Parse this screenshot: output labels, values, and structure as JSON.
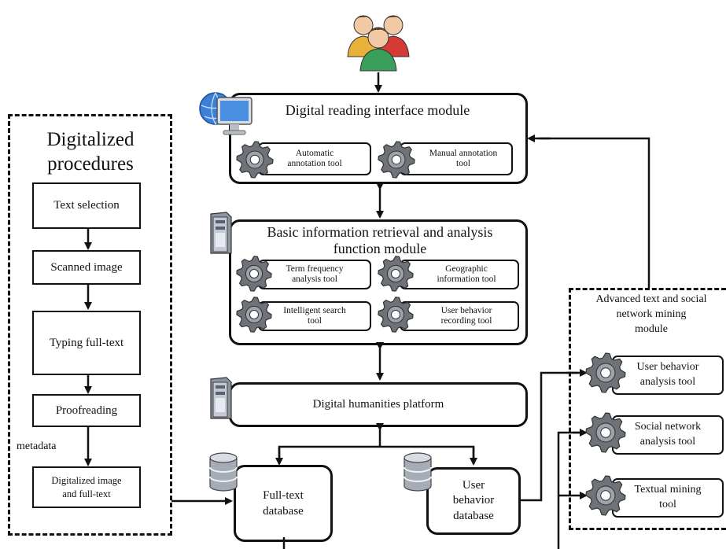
{
  "left_panel": {
    "title_line1": "Digitalized",
    "title_line2": "procedures",
    "steps": [
      "Text selection",
      "Scanned image",
      "Typing full-text",
      "Proofreading"
    ],
    "metadata_label": "metadata",
    "final_step_line1": "Digitalized image",
    "final_step_line2": "and full-text"
  },
  "interface_module": {
    "title": "Digital reading interface module",
    "tool1_line1": "Automatic",
    "tool1_line2": "annotation tool",
    "tool2_line1": "Manual annotation",
    "tool2_line2": "tool"
  },
  "retrieval_module": {
    "title_line1": "Basic information retrieval and analysis",
    "title_line2": "function module",
    "tools": [
      {
        "line1": "Term frequency",
        "line2": "analysis tool"
      },
      {
        "line1": "Geographic",
        "line2": "information tool"
      },
      {
        "line1": "Intelligent search",
        "line2": "tool"
      },
      {
        "line1": "User behavior",
        "line2": "recording tool"
      }
    ]
  },
  "platform": {
    "title": "Digital humanities platform"
  },
  "fulltext_db": {
    "line1": "Full-text",
    "line2": "database"
  },
  "behavior_db": {
    "line1": "User",
    "line2": "behavior",
    "line3": "database"
  },
  "mining_module": {
    "title_line1": "Advanced text and social",
    "title_line2": "network mining",
    "title_line3": "module",
    "tools": [
      {
        "line1": "User behavior",
        "line2": "analysis tool"
      },
      {
        "line1": "Social network",
        "line2": "analysis tool"
      },
      {
        "line1": "Textual mining",
        "line2": "tool"
      }
    ]
  },
  "colors": {
    "line": "#111111",
    "gear_fill": "#6f7378",
    "globe_blue": "#3d7fd6",
    "people_colors": [
      "#e8b23a",
      "#d63a35",
      "#3a9f5a"
    ]
  }
}
